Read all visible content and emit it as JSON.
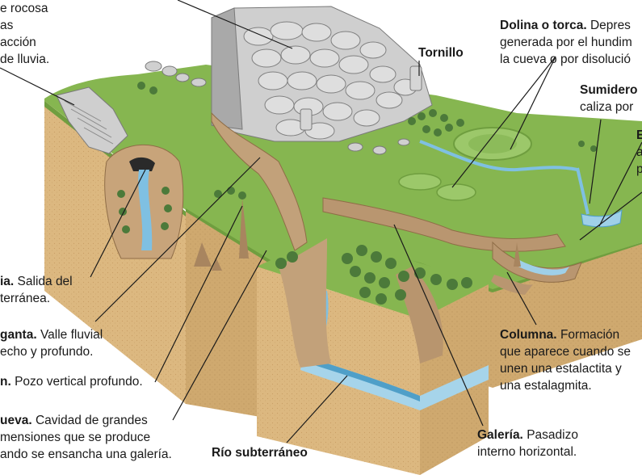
{
  "labels": {
    "lapiaz": {
      "lines": [
        "e rocosa",
        "as",
        "acción",
        "de lluvia."
      ]
    },
    "tornillo": {
      "title": "Tornillo"
    },
    "dolina": {
      "title": "Dolina o torca.",
      "desc_1": "Depres",
      "desc_2": "generada por el hundim",
      "desc_3": "la cueva o por disolució"
    },
    "sumidero": {
      "title": "Sumidero",
      "desc_1": "caliza por"
    },
    "right_cut": {
      "title": "E",
      "desc_1": "a",
      "desc_2": "p"
    },
    "surgencia": {
      "title": "ia.",
      "desc_1": "Salida del",
      "desc_2": "terránea."
    },
    "garganta": {
      "title": "ganta.",
      "desc_1": "Valle fluvial",
      "desc_2": "echo y profundo."
    },
    "sima": {
      "title": "n.",
      "desc_1": "Pozo vertical profundo."
    },
    "cueva": {
      "title": "ueva.",
      "desc_1": "Cavidad de grandes",
      "desc_2": "mensiones que se produce",
      "desc_3": "ando se ensancha una galería."
    },
    "rio": {
      "title": "Río subterráneo"
    },
    "galeria": {
      "title": "Galería.",
      "desc_1": "Pasadizo",
      "desc_2": "interno horizontal."
    },
    "columna": {
      "title": "Columna.",
      "desc_1": "Formación",
      "desc_2": "que aparece cuando se",
      "desc_3": "unen una estalactita y",
      "desc_4": "una estalagmita."
    }
  },
  "colors": {
    "grass": "#7eb04a",
    "grass_dark": "#5f8f35",
    "soil": "#d9b47c",
    "soil_dark": "#c49a5e",
    "rock": "#c9c9c9",
    "rock_dark": "#8e8e8e",
    "water": "#9fd0e8",
    "water_dark": "#4f9fc8",
    "cave": "#b99670",
    "tree": "#4c7a3a"
  }
}
